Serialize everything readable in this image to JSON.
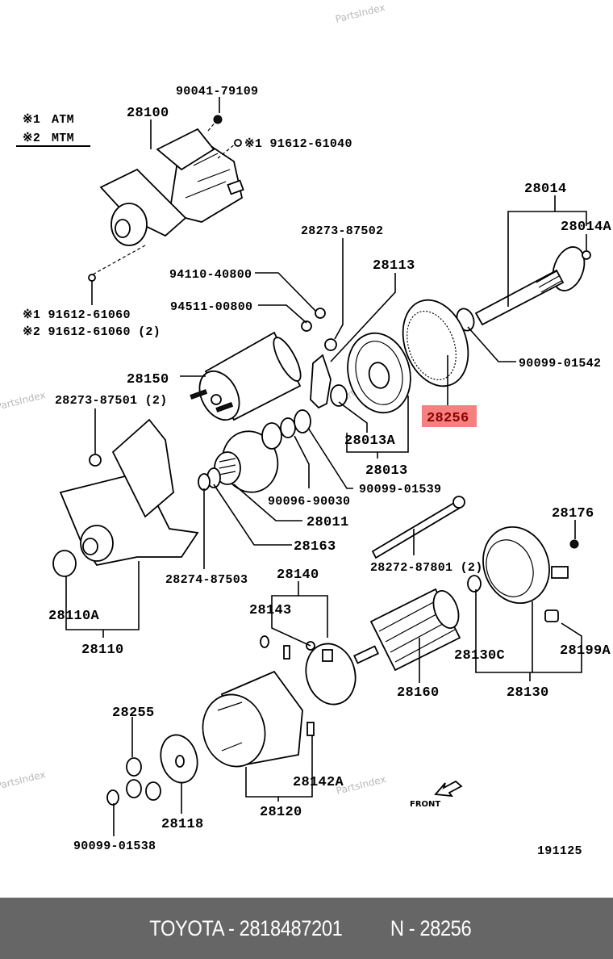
{
  "diagram": {
    "title": "Starter assembly exploded view",
    "legend": [
      {
        "mark": "※1",
        "label": "ATM"
      },
      {
        "mark": "※2",
        "label": "MTM"
      }
    ],
    "watermark": "PartsIndex",
    "highlight_color": "#f58080",
    "highlight_text_color": "#8b0000",
    "front_label": "FRONT",
    "diagram_code": "191125",
    "labels": {
      "p90041_79109": "90041-79109",
      "p28100": "28100",
      "p91612_61040": "※1 91612-61040",
      "p91612_61060_a": "※1  91612-61060",
      "p91612_61060_b": "※2  91612-61060 (2)",
      "p28014": "28014",
      "p28014A": "28014A",
      "p28273_87502": "28273-87502",
      "p28113": "28113",
      "p94110_40800": "94110-40800",
      "p94511_00800": "94511-00800",
      "p90099_01542": "90099-01542",
      "p28150": "28150",
      "p28273_87501": "28273-87501 (2)",
      "p28256": "28256",
      "p28013A": "28013A",
      "p28013": "28013",
      "p90096_90030": "90096-90030",
      "p90099_01539": "90099-01539",
      "p28011": "28011",
      "p28163": "28163",
      "p28176": "28176",
      "p28274_87503": "28274-87503",
      "p28272_87801": "28272-87801 (2)",
      "p28140": "28140",
      "p28143": "28143",
      "p28110A": "28110A",
      "p28110": "28110",
      "p28130C": "28130C",
      "p28199A": "28199A",
      "p28160": "28160",
      "p28130": "28130",
      "p28255": "28255",
      "p28142A": "28142A",
      "p28120": "28120",
      "p28118": "28118",
      "p90099_01538": "90099-01538"
    }
  },
  "footer": {
    "brand_part": "TOYOTA - 2818487201",
    "ref": "N - 28256"
  }
}
